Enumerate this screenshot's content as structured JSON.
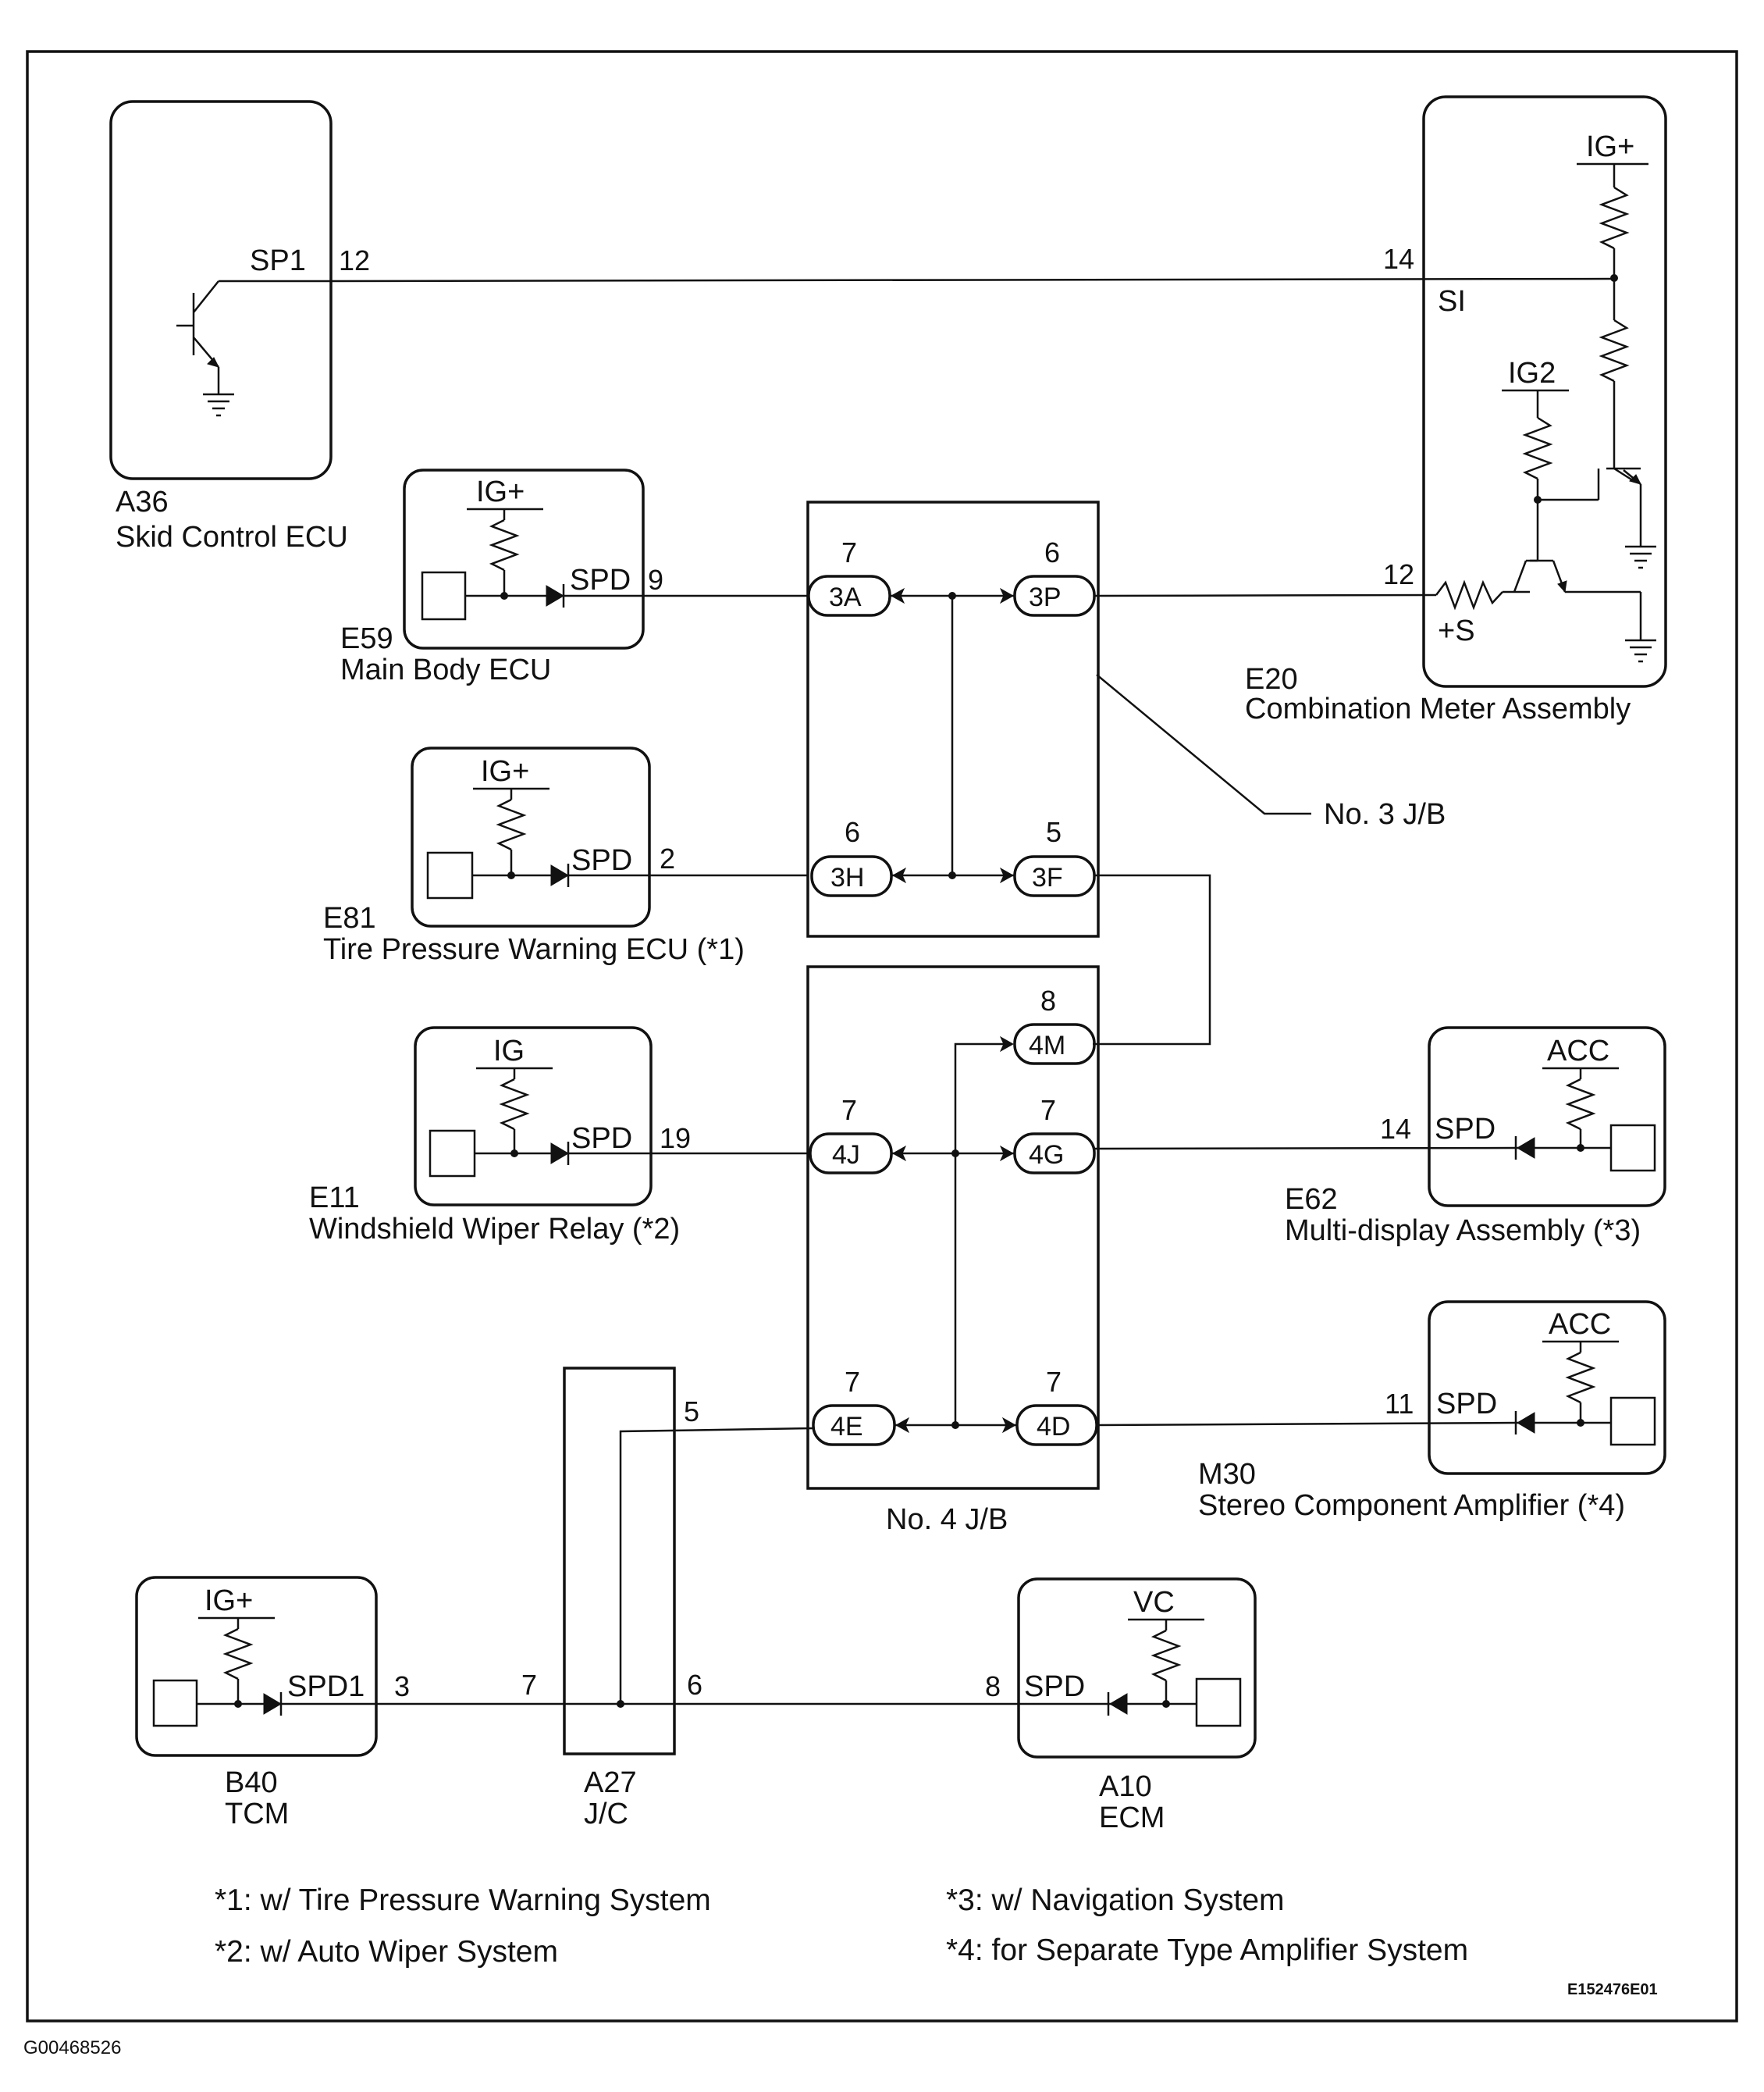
{
  "components": {
    "skid_ecu": {
      "code": "A36",
      "name": "Skid Control ECU",
      "terminal": "SP1",
      "pin": "12"
    },
    "combo_meter": {
      "code": "E20",
      "name": "Combination Meter Assembly",
      "supply1": "IG+",
      "supply2": "IG2",
      "terminal_si": "SI",
      "pin_si": "14",
      "terminal_s": "+S",
      "pin_s": "12"
    },
    "main_body": {
      "code": "E59",
      "name": "Main Body ECU",
      "supply": "IG+",
      "terminal": "SPD",
      "pin": "9"
    },
    "tire_ecu": {
      "code": "E81",
      "name": "Tire Pressure Warning ECU (*1)",
      "supply": "IG+",
      "terminal": "SPD",
      "pin": "2"
    },
    "wiper_relay": {
      "code": "E11",
      "name": "Windshield Wiper Relay (*2)",
      "supply": "IG",
      "terminal": "SPD",
      "pin": "19"
    },
    "multi_display": {
      "code": "E62",
      "name": "Multi-display Assembly (*3)",
      "supply": "ACC",
      "terminal": "SPD",
      "pin": "14"
    },
    "stereo_amp": {
      "code": "M30",
      "name": "Stereo Component Amplifier (*4)",
      "supply": "ACC",
      "terminal": "SPD",
      "pin": "11"
    },
    "tcm": {
      "code": "B40",
      "name": "TCM",
      "supply": "IG+",
      "terminal": "SPD1",
      "pin": "3"
    },
    "jc": {
      "code": "A27",
      "name": "J/C",
      "pin_in": "7",
      "pin_out": "6",
      "pin_top": "5"
    },
    "ecm": {
      "code": "A10",
      "name": "ECM",
      "supply": "VC",
      "terminal": "SPD",
      "pin": "8"
    }
  },
  "junction_blocks": {
    "jb3": {
      "label": "No. 3 J/B",
      "connectors": [
        {
          "id": "3A",
          "pin": "7"
        },
        {
          "id": "3P",
          "pin": "6"
        },
        {
          "id": "3H",
          "pin": "6"
        },
        {
          "id": "3F",
          "pin": "5"
        }
      ]
    },
    "jb4": {
      "label": "No. 4 J/B",
      "connectors": [
        {
          "id": "4M",
          "pin": "8"
        },
        {
          "id": "4J",
          "pin": "7"
        },
        {
          "id": "4G",
          "pin": "7"
        },
        {
          "id": "4E",
          "pin": "7"
        },
        {
          "id": "4D",
          "pin": "7"
        }
      ]
    }
  },
  "notes": [
    "*1: w/ Tire Pressure Warning System",
    "*2: w/ Auto Wiper System",
    "*3: w/ Navigation System",
    "*4: for Separate Type Amplifier System"
  ],
  "figure_code": "E152476E01",
  "page_code": "G00468526"
}
